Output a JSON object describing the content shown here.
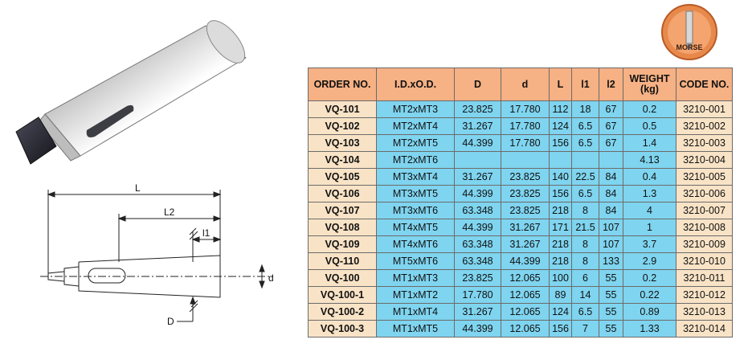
{
  "badge": {
    "label": "MORSE"
  },
  "drawing": {
    "L": "L",
    "L2": "L2",
    "l1": "l1",
    "d": "d",
    "D": "D"
  },
  "table": {
    "headers": [
      "ORDER NO.",
      "I.D.xO.D.",
      "D",
      "d",
      "L",
      "l1",
      "l2",
      "WEIGHT (kg)",
      "CODE NO."
    ],
    "rows": [
      [
        "VQ-101",
        "MT2xMT3",
        "23.825",
        "17.780",
        "112",
        "18",
        "67",
        "0.2",
        "3210-001"
      ],
      [
        "VQ-102",
        "MT2xMT4",
        "31.267",
        "17.780",
        "124",
        "6.5",
        "67",
        "0.5",
        "3210-002"
      ],
      [
        "VQ-103",
        "MT2xMT5",
        "44.399",
        "17.780",
        "156",
        "6.5",
        "67",
        "1.4",
        "3210-003"
      ],
      [
        "VQ-104",
        "MT2xMT6",
        "",
        "",
        "",
        "",
        "",
        "4.13",
        "3210-004"
      ],
      [
        "VQ-105",
        "MT3xMT4",
        "31.267",
        "23.825",
        "140",
        "22.5",
        "84",
        "0.4",
        "3210-005"
      ],
      [
        "VQ-106",
        "MT3xMT5",
        "44.399",
        "23.825",
        "156",
        "6.5",
        "84",
        "1.3",
        "3210-006"
      ],
      [
        "VQ-107",
        "MT3xMT6",
        "63.348",
        "23.825",
        "218",
        "8",
        "84",
        "4",
        "3210-007"
      ],
      [
        "VQ-108",
        "MT4xMT5",
        "44.399",
        "31.267",
        "171",
        "21.5",
        "107",
        "1",
        "3210-008"
      ],
      [
        "VQ-109",
        "MT4xMT6",
        "63.348",
        "31.267",
        "218",
        "8",
        "107",
        "3.7",
        "3210-009"
      ],
      [
        "VQ-110",
        "MT5xMT6",
        "63.348",
        "44.399",
        "218",
        "8",
        "133",
        "2.9",
        "3210-010"
      ],
      [
        "VQ-100",
        "MT1xMT3",
        "23.825",
        "12.065",
        "100",
        "6",
        "55",
        "0.2",
        "3210-011"
      ],
      [
        "VQ-100-1",
        "MT1xMT2",
        "17.780",
        "12.065",
        "89",
        "14",
        "55",
        "0.22",
        "3210-012"
      ],
      [
        "VQ-100-2",
        "MT1xMT4",
        "31.267",
        "12.065",
        "124",
        "6.5",
        "55",
        "0.89",
        "3210-013"
      ],
      [
        "VQ-100-3",
        "MT1xMT5",
        "44.399",
        "12.065",
        "156",
        "7",
        "55",
        "1.33",
        "3210-014"
      ]
    ]
  },
  "colors": {
    "header": "#f6b184",
    "order_col": "#f9e3c6",
    "value_cells": "#7fd4ef",
    "badge": "#e8894c"
  }
}
